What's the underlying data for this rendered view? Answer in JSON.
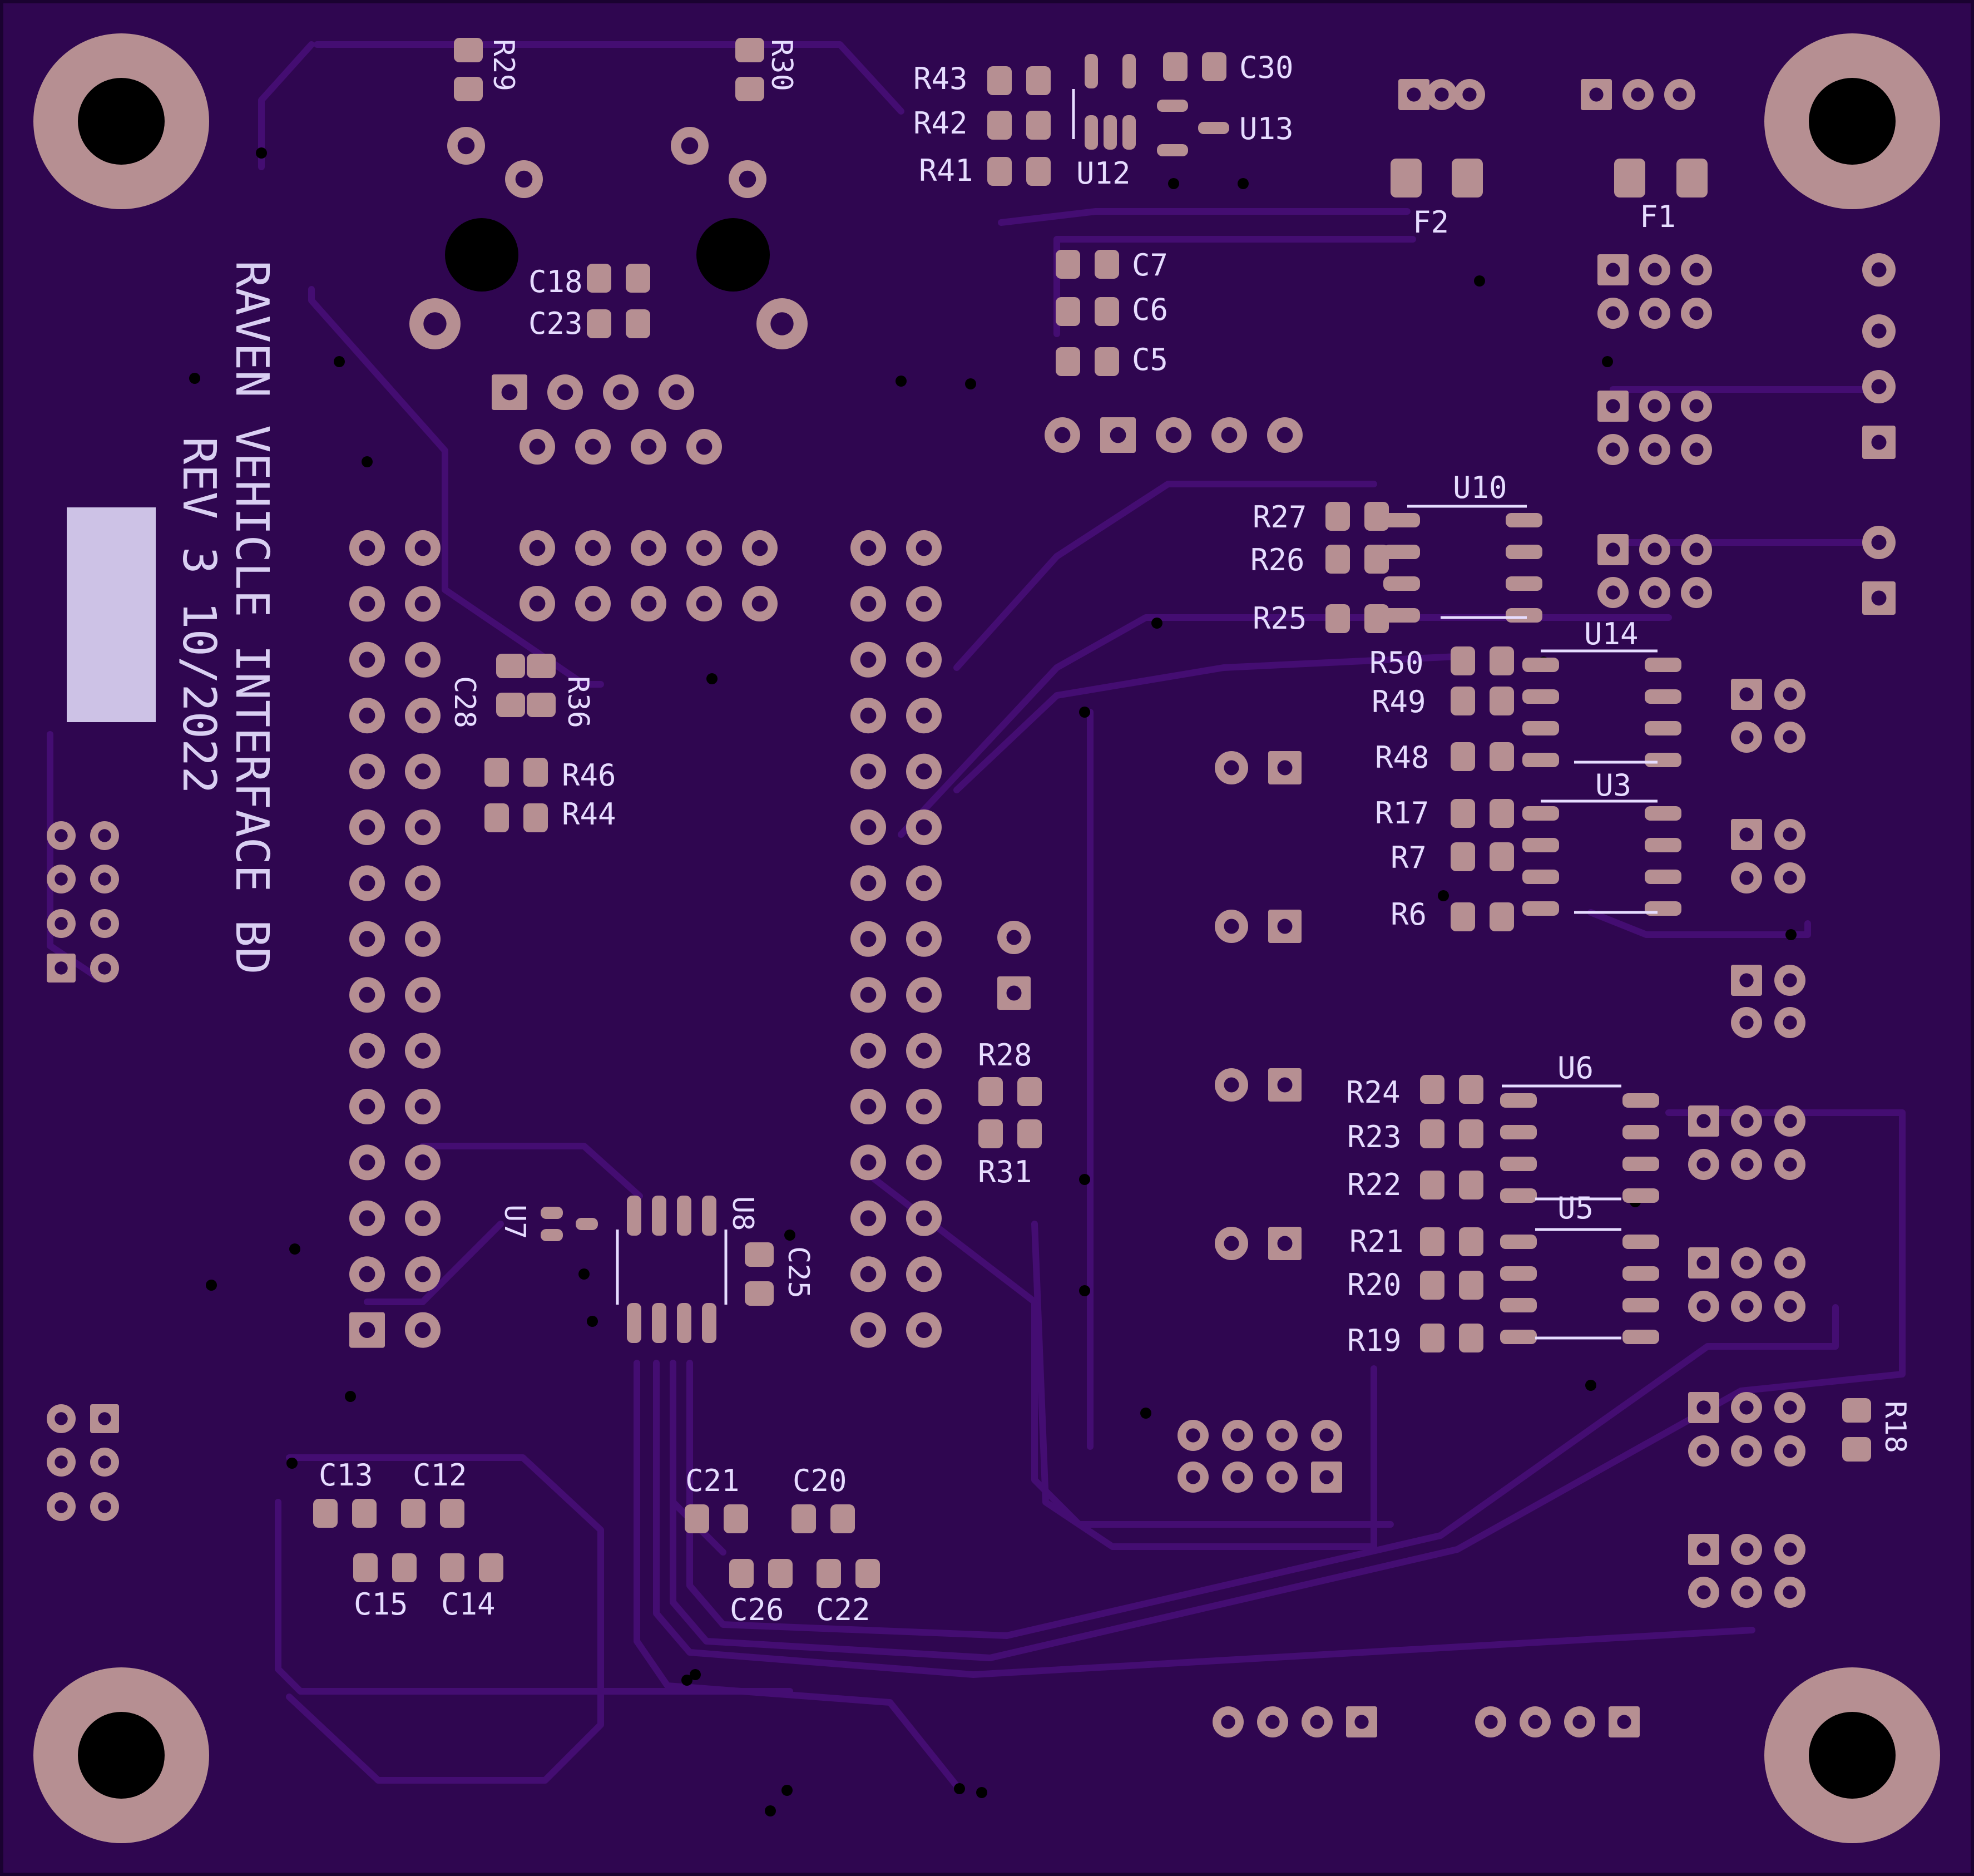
{
  "colors": {
    "board": "#2f0650",
    "board_edge": "#1a0230",
    "trace": "#440d72",
    "pad": "#b68f92",
    "pad_hole": "#2f0650",
    "silk": "#e6dcff",
    "drill": "#000000",
    "label_block": "#cdc2e6"
  },
  "board_title": {
    "line1": "RAVEN VEHICLE INTERFACE BD",
    "line2": "REV 3 10/2022"
  },
  "designators": {
    "R29": "R29",
    "R30": "R30",
    "R43": "R43",
    "R42": "R42",
    "R41": "R41",
    "U12": "U12",
    "C30": "C30",
    "U13": "U13",
    "F2": "F2",
    "F1": "F1",
    "C18": "C18",
    "C23": "C23",
    "C7": "C7",
    "C6": "C6",
    "C5": "C5",
    "U10": "U10",
    "R27": "R27",
    "R26": "R26",
    "R25": "R25",
    "U14": "U14",
    "R50": "R50",
    "R49": "R49",
    "R48": "R48",
    "U3": "U3",
    "R17": "R17",
    "R7": "R7",
    "R6": "R6",
    "C28": "C28",
    "R36": "R36",
    "R46": "R46",
    "R44": "R44",
    "R28": "R28",
    "R31": "R31",
    "U6": "U6",
    "R24": "R24",
    "R23": "R23",
    "R22": "R22",
    "U5": "U5",
    "R21": "R21",
    "R20": "R20",
    "R19": "R19",
    "U7": "U7",
    "U8": "U8",
    "C25": "C25",
    "R18": "R18",
    "C13": "C13",
    "C12": "C12",
    "C15": "C15",
    "C14": "C14",
    "C21": "C21",
    "C20": "C20",
    "C26": "C26",
    "C22": "C22"
  }
}
